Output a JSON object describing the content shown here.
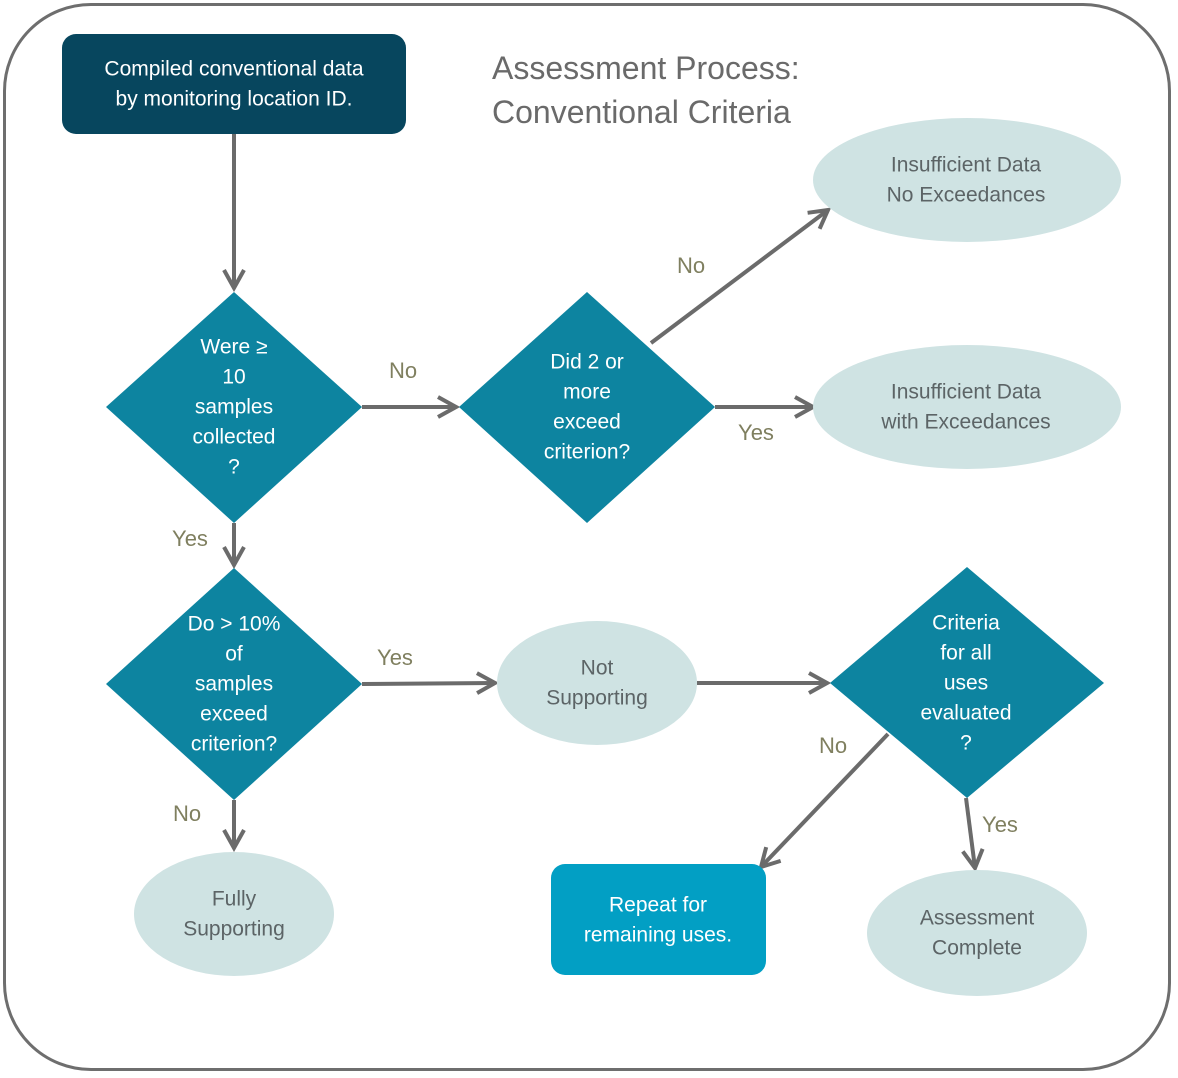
{
  "title": {
    "line1": "Assessment Process:",
    "line2": "Conventional Criteria"
  },
  "colors": {
    "start_box": "#07465e",
    "decision": "#0d84a0",
    "outcome": "#cfe3e3",
    "repeat_box": "#029fc4",
    "arrow": "#6b6b6b",
    "edge_label": "#7f7f5f"
  },
  "nodes": {
    "start": {
      "lines": [
        "Compiled conventional data",
        "by monitoring location ID."
      ]
    },
    "decision_samples": {
      "lines": [
        "Were ≥",
        "10",
        "samples",
        "collected",
        "?"
      ]
    },
    "decision_two_exceed": {
      "lines": [
        "Did 2 or",
        "more",
        "exceed",
        "criterion?"
      ]
    },
    "outcome_insufficient_no_exc": {
      "lines": [
        "Insufficient Data",
        "No Exceedances"
      ]
    },
    "outcome_insufficient_with_exc": {
      "lines": [
        "Insufficient Data",
        "with Exceedances"
      ]
    },
    "decision_ten_percent": {
      "lines": [
        "Do > 10%",
        "of",
        "samples",
        "exceed",
        "criterion?"
      ]
    },
    "outcome_not_supporting": {
      "lines": [
        "Not",
        "Supporting"
      ]
    },
    "decision_all_uses": {
      "lines": [
        "Criteria",
        "for all",
        "uses",
        "evaluated",
        "?"
      ]
    },
    "outcome_fully_supporting": {
      "lines": [
        "Fully",
        "Supporting"
      ]
    },
    "repeat": {
      "lines": [
        "Repeat for",
        "remaining uses."
      ]
    },
    "outcome_complete": {
      "lines": [
        "Assessment",
        "Complete"
      ]
    }
  },
  "edges": {
    "samples_no": "No",
    "samples_yes": "Yes",
    "two_exceed_no": "No",
    "two_exceed_yes": "Yes",
    "ten_percent_yes": "Yes",
    "ten_percent_no": "No",
    "all_uses_no": "No",
    "all_uses_yes": "Yes"
  }
}
